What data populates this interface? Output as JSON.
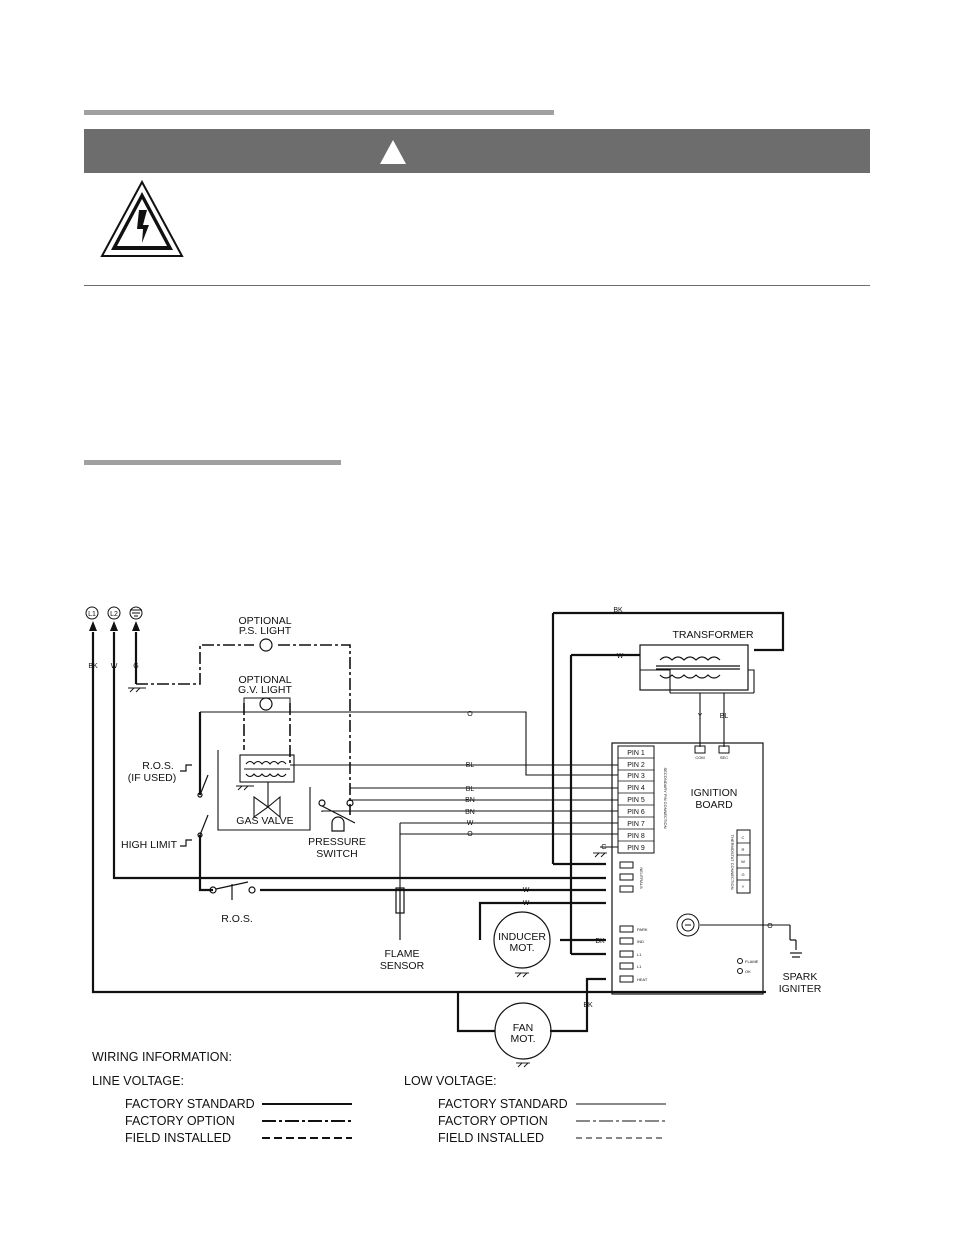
{
  "labels": {
    "l1": "L1",
    "l2": "L2",
    "bk": "BK",
    "w": "W",
    "g": "G",
    "o": "O",
    "bl": "BL",
    "bn": "BN",
    "y": "Y",
    "ps_light_1": "OPTIONAL",
    "ps_light_2": "P.S. LIGHT",
    "gv_light_1": "OPTIONAL",
    "gv_light_2": "G.V. LIGHT",
    "transformer": "TRANSFORMER",
    "ros_1": "R.O.S.",
    "ros_2": "(IF USED)",
    "high_limit": "HIGH LIMIT",
    "gas_valve": "GAS VALVE",
    "pressure_1": "PRESSURE",
    "pressure_2": "SWITCH",
    "ros_bottom": "R.O.S.",
    "flame_1": "FLAME",
    "flame_2": "SENSOR",
    "inducer_1": "INDUCER",
    "inducer_2": "MOT.",
    "fan_1": "FAN",
    "fan_2": "MOT.",
    "ignition_1": "IGNITION",
    "ignition_2": "BOARD",
    "spark_1": "SPARK",
    "spark_2": "IGNITER",
    "pins": [
      "PIN 1",
      "PIN 2",
      "PIN 3",
      "PIN 4",
      "PIN 5",
      "PIN 6",
      "PIN 7",
      "PIN 8",
      "PIN 9"
    ],
    "com": "COM",
    "sec": "SEC",
    "term": [
      "C",
      "R",
      "W",
      "G",
      "Y"
    ],
    "term_caption": "THERMOSTAT CONNECTION",
    "pin_caption": "SECONDARY PIN CONNECTION",
    "neutrals": "NEUTRALS",
    "park": "PARK",
    "ind": "IND",
    "l1_term": "L1",
    "l1_term_2": "L1",
    "heat": "HEAT",
    "flame_led": "FLAME",
    "ok_led": "OK"
  },
  "legend": {
    "title": "WIRING INFORMATION:",
    "line_voltage": "LINE VOLTAGE:",
    "low_voltage": "LOW VOLTAGE:",
    "factory_standard": "FACTORY STANDARD",
    "factory_option": "FACTORY OPTION",
    "field_installed": "FIELD INSTALLED"
  }
}
